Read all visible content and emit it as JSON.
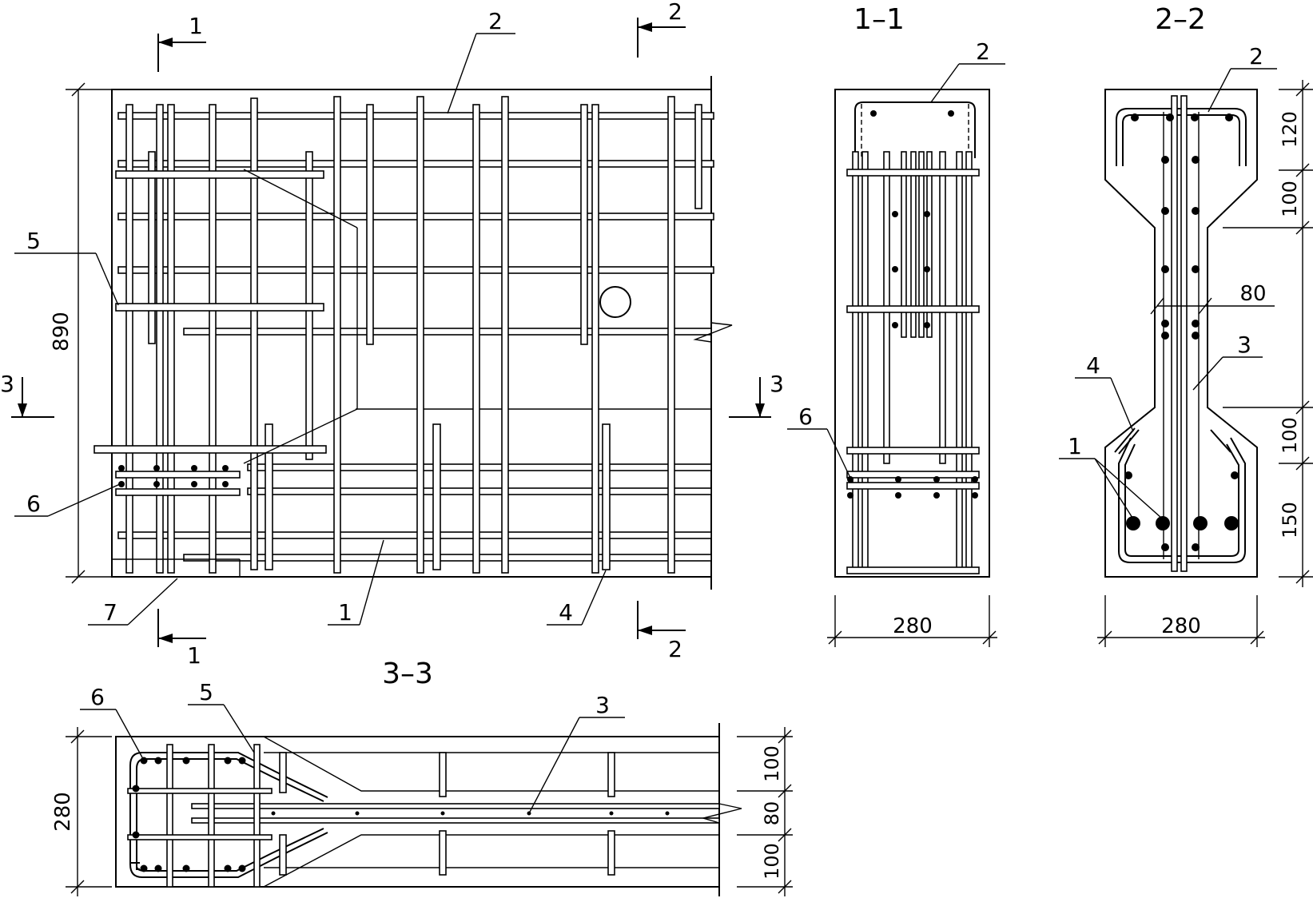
{
  "section_titles": {
    "s11": "1–1",
    "s22": "2–2",
    "s33": "3–3"
  },
  "cut_marks": {
    "c1_top": "1",
    "c1_bottom": "1",
    "c2_top": "2",
    "c2_bottom": "2",
    "c3_left": "3",
    "c3_right": "3"
  },
  "callouts": {
    "elev_2": "2",
    "elev_5": "5",
    "elev_6": "6",
    "elev_7": "7",
    "elev_1": "1",
    "elev_4": "4",
    "s11_2": "2",
    "s11_6": "6",
    "s22_2": "2",
    "s22_3": "3",
    "s22_4": "4",
    "s22_1": "1",
    "s33_6": "6",
    "s33_5": "5",
    "s33_3": "3"
  },
  "dimensions": {
    "elev_height": "890",
    "s11_width": "280",
    "s22_width": "280",
    "s22_top": "120",
    "s22_upper_haunch": "100",
    "s22_web": "80",
    "s22_lower_haunch": "100",
    "s22_bottom": "150",
    "s33_width": "280",
    "s33_top": "100",
    "s33_web": "80",
    "s33_bottom": "100"
  }
}
